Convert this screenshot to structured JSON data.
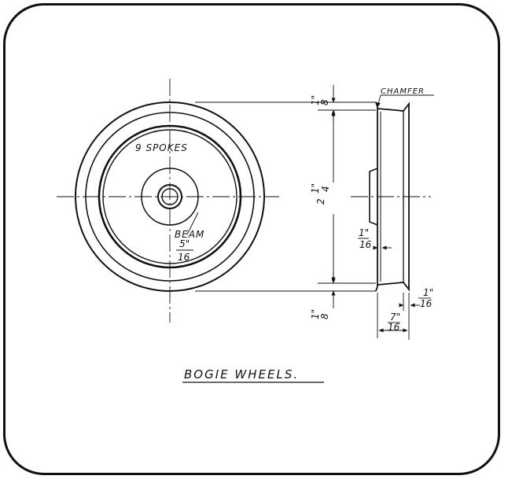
{
  "drawing": {
    "title": "BOGIE WHEELS.",
    "front_view": {
      "spokes_label": "9 SPOKES",
      "beam_label": "BEAM",
      "beam_num": "5\"",
      "beam_den": "16"
    },
    "side_view": {
      "chamfer_label": "CHAMFER",
      "dim_top_num": "1\"",
      "dim_top_den": "8",
      "dim_overall_whole": "2",
      "dim_overall_num": "1\"",
      "dim_overall_den": "4",
      "dim_web_num": "1\"",
      "dim_web_den": "16",
      "dim_bottom_num": "1\"",
      "dim_bottom_den": "8",
      "dim_chamfer_num": "1\"",
      "dim_chamfer_den": "16",
      "dim_width_num": "7\"",
      "dim_width_den": "16"
    }
  }
}
